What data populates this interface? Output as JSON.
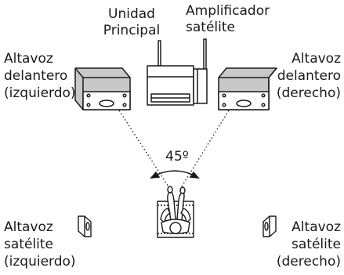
{
  "labels": {
    "main_unit": [
      "Unidad",
      "Principal"
    ],
    "satellite_amp": [
      "Amplificador",
      "satélite"
    ],
    "front_left": [
      "Altavoz",
      "delantero",
      "(izquierdo)"
    ],
    "front_right": [
      "Altavoz",
      "delantero",
      "(derecho)"
    ],
    "sat_left": [
      "Altavoz",
      "satélite",
      "(izquierdo)"
    ],
    "sat_right": [
      "Altavoz",
      "satélite",
      "(derecho)"
    ],
    "angle": "45º"
  },
  "colors": {
    "speaker_fill": "#c8c8c8",
    "line": "#1a1a1a"
  }
}
